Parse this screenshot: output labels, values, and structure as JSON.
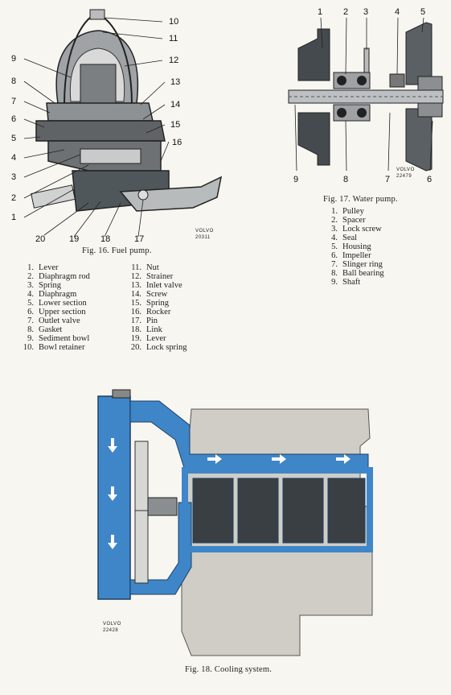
{
  "fig16": {
    "caption": "Fig. 16. Fuel pump.",
    "stamp": [
      "VOLVO",
      "20311"
    ],
    "callouts": [
      "1",
      "2",
      "3",
      "4",
      "5",
      "6",
      "7",
      "8",
      "9",
      "10",
      "11",
      "12",
      "13",
      "14",
      "15",
      "16",
      "17",
      "18",
      "19",
      "20"
    ],
    "legend_left": [
      {
        "num": "1.",
        "label": "Lever"
      },
      {
        "num": "2.",
        "label": "Diaphragm rod"
      },
      {
        "num": "3.",
        "label": "Spring"
      },
      {
        "num": "4.",
        "label": "Diaphragm"
      },
      {
        "num": "5.",
        "label": "Lower section"
      },
      {
        "num": "6.",
        "label": "Upper section"
      },
      {
        "num": "7.",
        "label": "Outlet valve"
      },
      {
        "num": "8.",
        "label": "Gasket"
      },
      {
        "num": "9.",
        "label": "Sediment bowl"
      },
      {
        "num": "10.",
        "label": "Bowl retainer"
      }
    ],
    "legend_right": [
      {
        "num": "11.",
        "label": "Nut"
      },
      {
        "num": "12.",
        "label": "Strainer"
      },
      {
        "num": "13.",
        "label": "Inlet valve"
      },
      {
        "num": "14.",
        "label": "Screw"
      },
      {
        "num": "15.",
        "label": "Spring"
      },
      {
        "num": "16.",
        "label": "Rocker"
      },
      {
        "num": "17.",
        "label": "Pin"
      },
      {
        "num": "18.",
        "label": "Link"
      },
      {
        "num": "19.",
        "label": "Lever"
      },
      {
        "num": "20.",
        "label": "Lock spring"
      }
    ]
  },
  "fig17": {
    "caption": "Fig. 17. Water pump.",
    "stamp": [
      "VOLVO",
      "22479"
    ],
    "callouts": [
      "1",
      "2",
      "3",
      "4",
      "5",
      "6",
      "7",
      "8",
      "9"
    ],
    "legend": [
      {
        "num": "1.",
        "label": "Pulley"
      },
      {
        "num": "2.",
        "label": "Spacer"
      },
      {
        "num": "3.",
        "label": "Lock screw"
      },
      {
        "num": "4.",
        "label": "Seal"
      },
      {
        "num": "5.",
        "label": "Housing"
      },
      {
        "num": "6.",
        "label": "Impeller"
      },
      {
        "num": "7.",
        "label": "Slinger ring"
      },
      {
        "num": "8.",
        "label": "Ball bearing"
      },
      {
        "num": "9.",
        "label": "Shaft"
      }
    ]
  },
  "fig18": {
    "caption": "Fig. 18. Cooling system.",
    "stamp": [
      "VOLVO",
      "22428"
    ]
  },
  "colors": {
    "coolant_blue": "#3f86c9",
    "engine_grey": "#cfcdc6",
    "ink": "#1e1e1e",
    "paper": "#f7f6f1"
  }
}
